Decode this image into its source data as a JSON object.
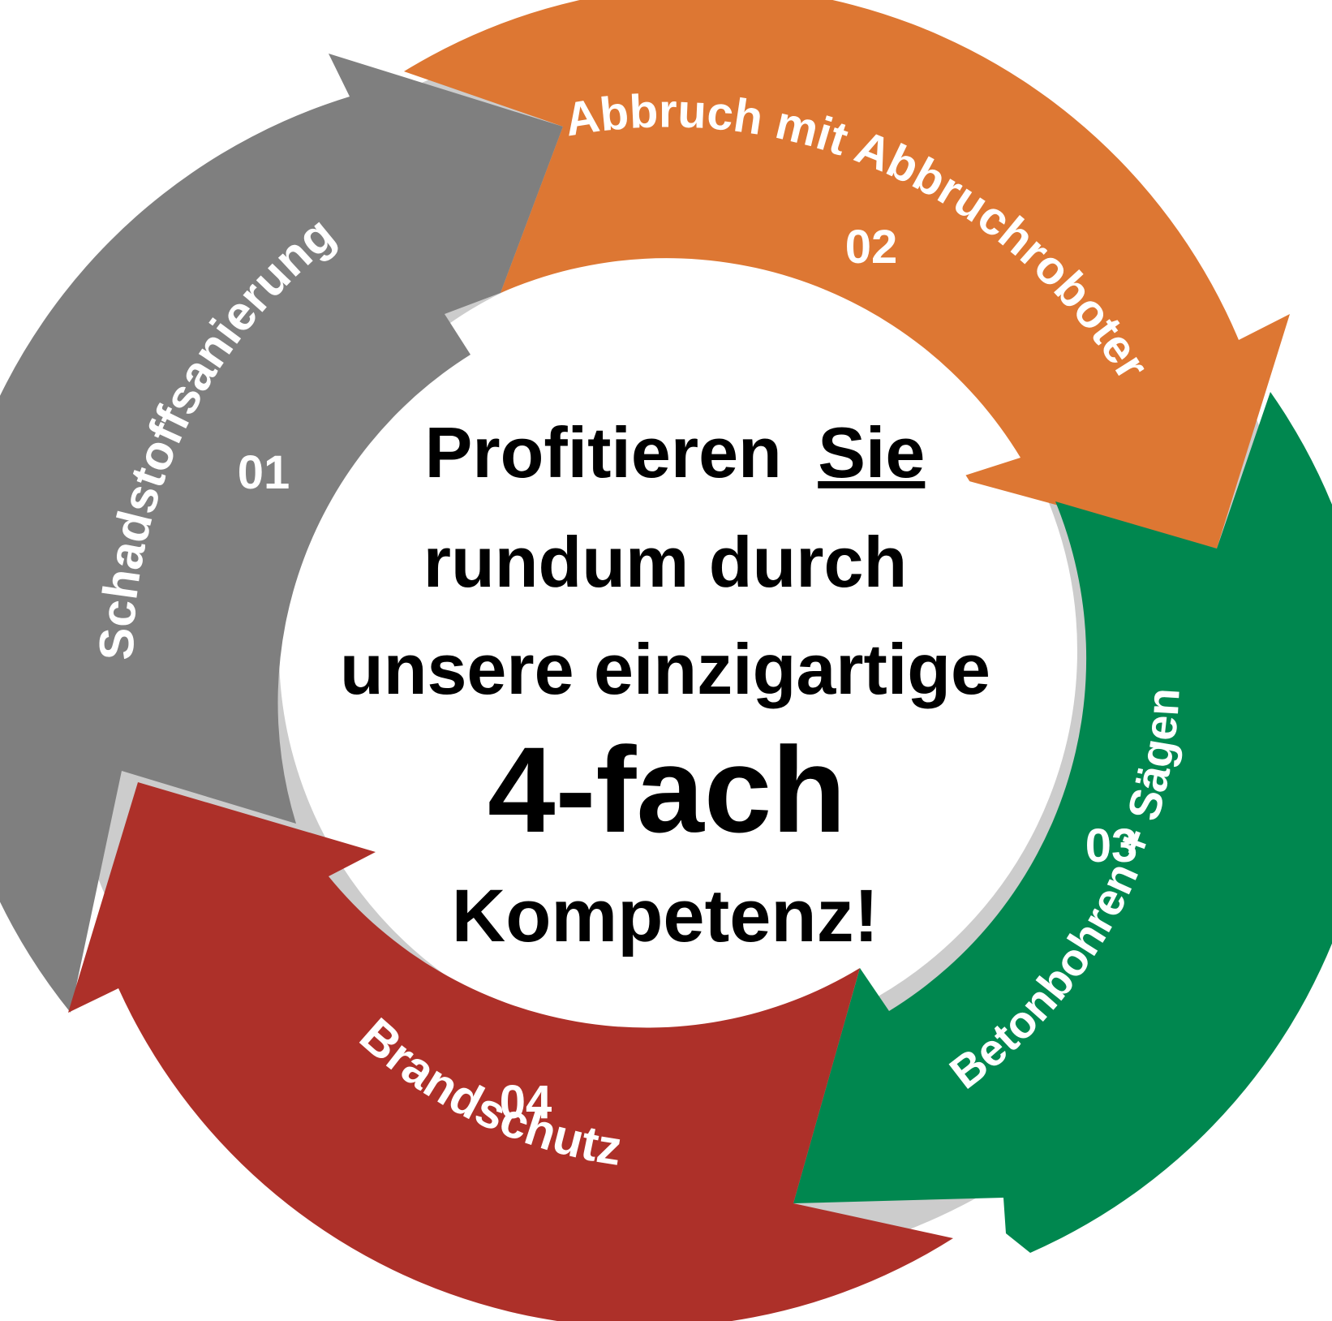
{
  "segments": [
    {
      "number": "01",
      "label": "Schadstoffsanierung",
      "color": "#7f7f7f"
    },
    {
      "number": "02",
      "label": "Abbruch mit Abbruchroboter",
      "color": "#dd7733"
    },
    {
      "number": "03",
      "label": "Betonbohren + Sägen",
      "color": "#00874f"
    },
    {
      "number": "04",
      "label": "Brandschutz",
      "color": "#ad3029"
    }
  ],
  "center": {
    "line1_prefix": "Profitieren",
    "line1_emphasis": "Sie",
    "line2": "rundum durch",
    "line3": "unsere einzigartige",
    "line4": "4-fach",
    "line5": "Kompetenz!"
  },
  "colors": {
    "ring_shadow": "#cccccc",
    "center_bg": "#ffffff",
    "text_light": "#ffffff",
    "text_dark": "#000000"
  }
}
